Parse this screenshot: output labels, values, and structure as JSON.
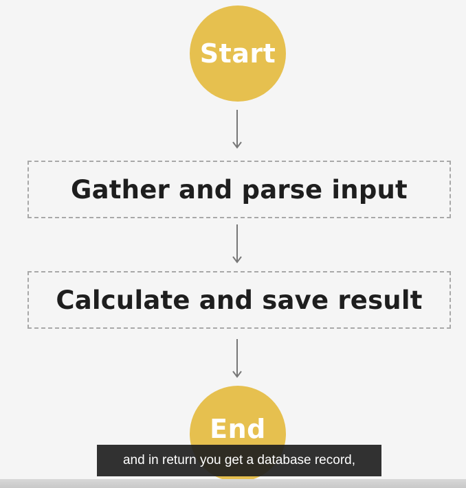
{
  "flowchart": {
    "start_label": "Start",
    "step_1": "Gather and parse input",
    "step_2": "Calculate and save result",
    "end_label": "End"
  },
  "caption": {
    "text": "and in return you get a database record,"
  },
  "colors": {
    "terminal_fill": "#e6c04f",
    "terminal_text": "#ffffff",
    "box_border": "#a8a8a8",
    "box_text": "#1e1e1e",
    "connector": "#777777",
    "caption_bg": "#202020"
  },
  "icons": [
    "arrow-down-icon"
  ]
}
